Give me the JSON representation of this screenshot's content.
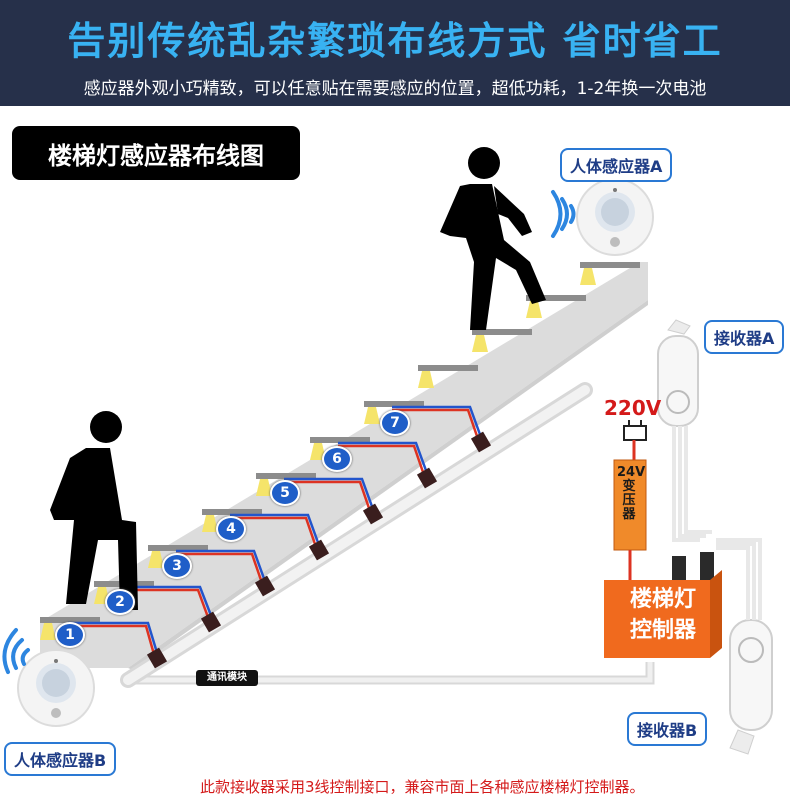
{
  "banner": {
    "title": "告别传统乱杂繁琐布线方式 省时省工",
    "subtitle": "感应器外观小巧精致，可以任意贴在需要感应的位置，超低功耗，1-2年换一次电池"
  },
  "section_title": "楼梯灯感应器布线图",
  "sensor_a_label": "人体感应器A",
  "sensor_b_label": "人体感应器B",
  "receiver_a_label": "接收器A",
  "receiver_b_label": "接收器B",
  "voltage_label": "220V",
  "transformer_label": "24V变压器",
  "controller_label_line1": "楼梯灯",
  "controller_label_line2": "控制器",
  "comm_module_label": "通讯模块",
  "footer_note": "此款接收器采用3线控制接口，兼容市面上各种感应楼梯灯控制器。",
  "steps": [
    {
      "number": "1"
    },
    {
      "number": "2"
    },
    {
      "number": "3"
    },
    {
      "number": "4"
    },
    {
      "number": "5"
    },
    {
      "number": "6"
    },
    {
      "number": "7"
    }
  ],
  "colors": {
    "banner_bg": "#26304a",
    "banner_title": "#38b2f2",
    "label_border": "#2a79d4",
    "controller": "#f06a1e",
    "transformer": "#f08a2a",
    "step_badge": "#1f5ec8",
    "note_red": "#d41a1a"
  }
}
